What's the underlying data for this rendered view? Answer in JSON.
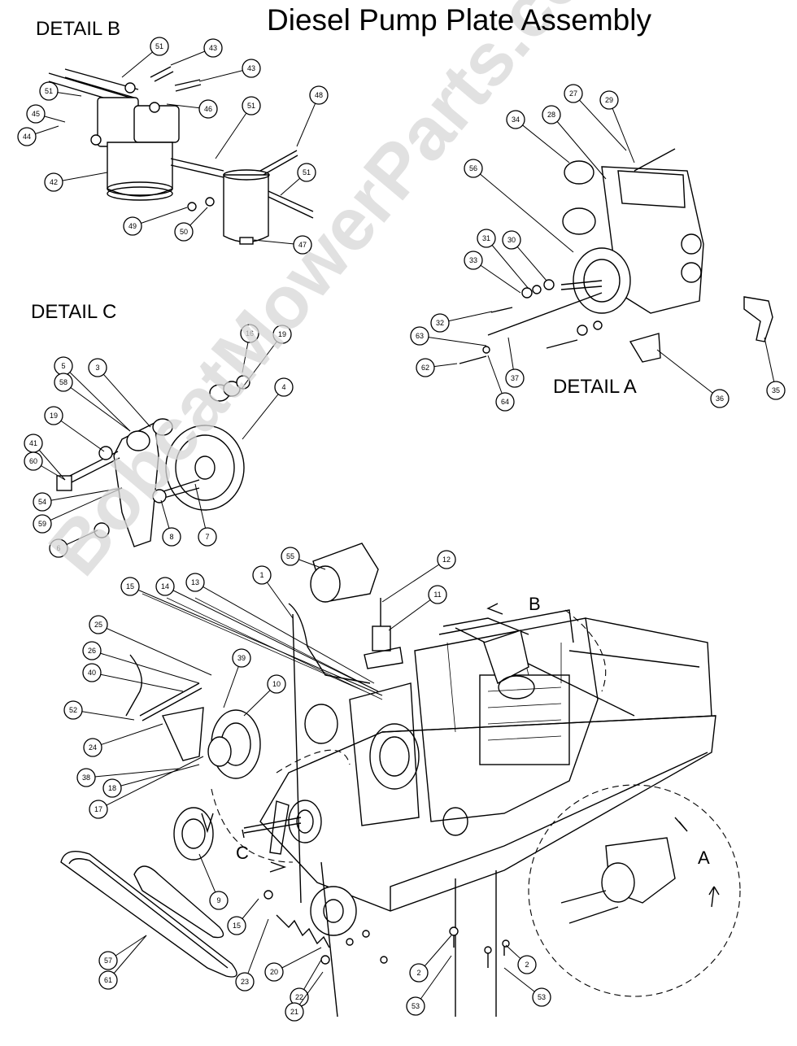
{
  "title": "Diesel Pump Plate Assembly",
  "details": {
    "a": "DETAIL  A",
    "b": "DETAIL  B",
    "c": "DETAIL  C"
  },
  "view_letters": {
    "a": "A",
    "b": "B",
    "c": "C"
  },
  "watermark": "BobcatMowerParts.com",
  "callouts": {
    "detail_b": [
      "51",
      "43",
      "43",
      "51",
      "46",
      "45",
      "44",
      "42",
      "51",
      "48",
      "51",
      "49",
      "50",
      "47"
    ],
    "detail_a": [
      "34",
      "28",
      "27",
      "29",
      "56",
      "31",
      "30",
      "33",
      "32",
      "63",
      "37",
      "62",
      "64",
      "36",
      "35"
    ],
    "detail_c": [
      "16",
      "19",
      "4",
      "5",
      "58",
      "3",
      "19",
      "41",
      "60",
      "54",
      "59",
      "6",
      "8",
      "7"
    ],
    "main": [
      "55",
      "12",
      "11",
      "1",
      "15",
      "14",
      "13",
      "25",
      "26",
      "40",
      "39",
      "10",
      "52",
      "24",
      "38",
      "18",
      "17",
      "9",
      "57",
      "61",
      "15",
      "23",
      "20",
      "22",
      "21",
      "2",
      "53",
      "2",
      "53"
    ]
  }
}
